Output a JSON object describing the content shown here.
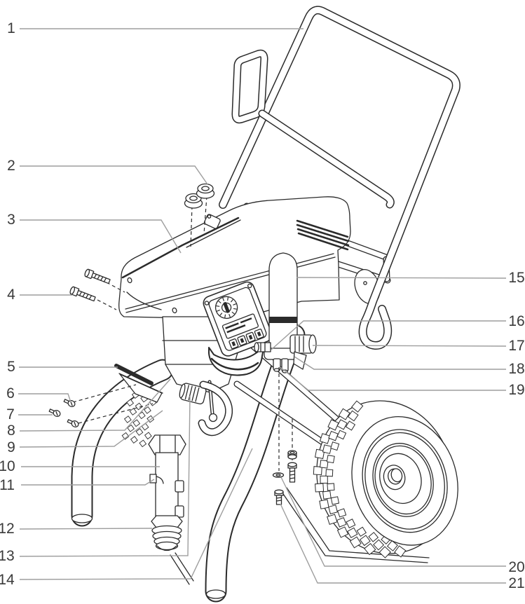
{
  "figure": {
    "type": "exploded-parts-diagram",
    "subject": "airless paint sprayer on wheeled cart",
    "colors": {
      "background": "#ffffff",
      "line_art": "#2b2b2b",
      "leader_lines": "#9e9e9e",
      "labels": "#3a3a3a"
    },
    "callouts": [
      {
        "label": "1"
      },
      {
        "label": "2"
      },
      {
        "label": "3"
      },
      {
        "label": "4"
      },
      {
        "label": "5"
      },
      {
        "label": "6"
      },
      {
        "label": "7"
      },
      {
        "label": "8"
      },
      {
        "label": "9"
      },
      {
        "label": "10"
      },
      {
        "label": "11"
      },
      {
        "label": "12"
      },
      {
        "label": "13"
      },
      {
        "label": "14"
      },
      {
        "label": "15"
      },
      {
        "label": "16"
      },
      {
        "label": "17"
      },
      {
        "label": "18"
      },
      {
        "label": "19"
      },
      {
        "label": "20"
      },
      {
        "label": "21"
      }
    ]
  }
}
